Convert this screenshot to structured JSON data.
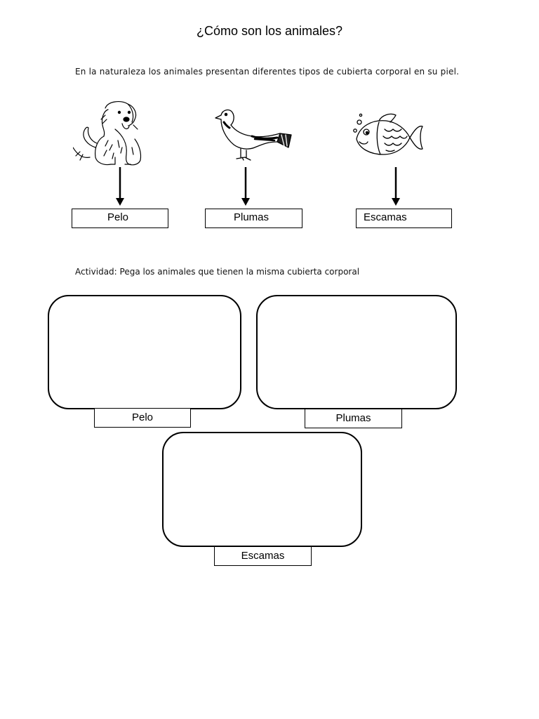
{
  "title": "¿Cómo son los animales?",
  "intro": "En la naturaleza los animales presentan diferentes tipos de cubierta corporal en su piel.",
  "examples": [
    {
      "icon": "dog-icon",
      "label": "Pelo"
    },
    {
      "icon": "bird-icon",
      "label": "Plumas"
    },
    {
      "icon": "fish-icon",
      "label": "Escamas"
    }
  ],
  "activity": "Actividad: Pega los animales que tienen la misma cubierta corporal",
  "paste_areas": [
    {
      "label": "Pelo"
    },
    {
      "label": "Plumas"
    },
    {
      "label": "Escamas"
    }
  ]
}
